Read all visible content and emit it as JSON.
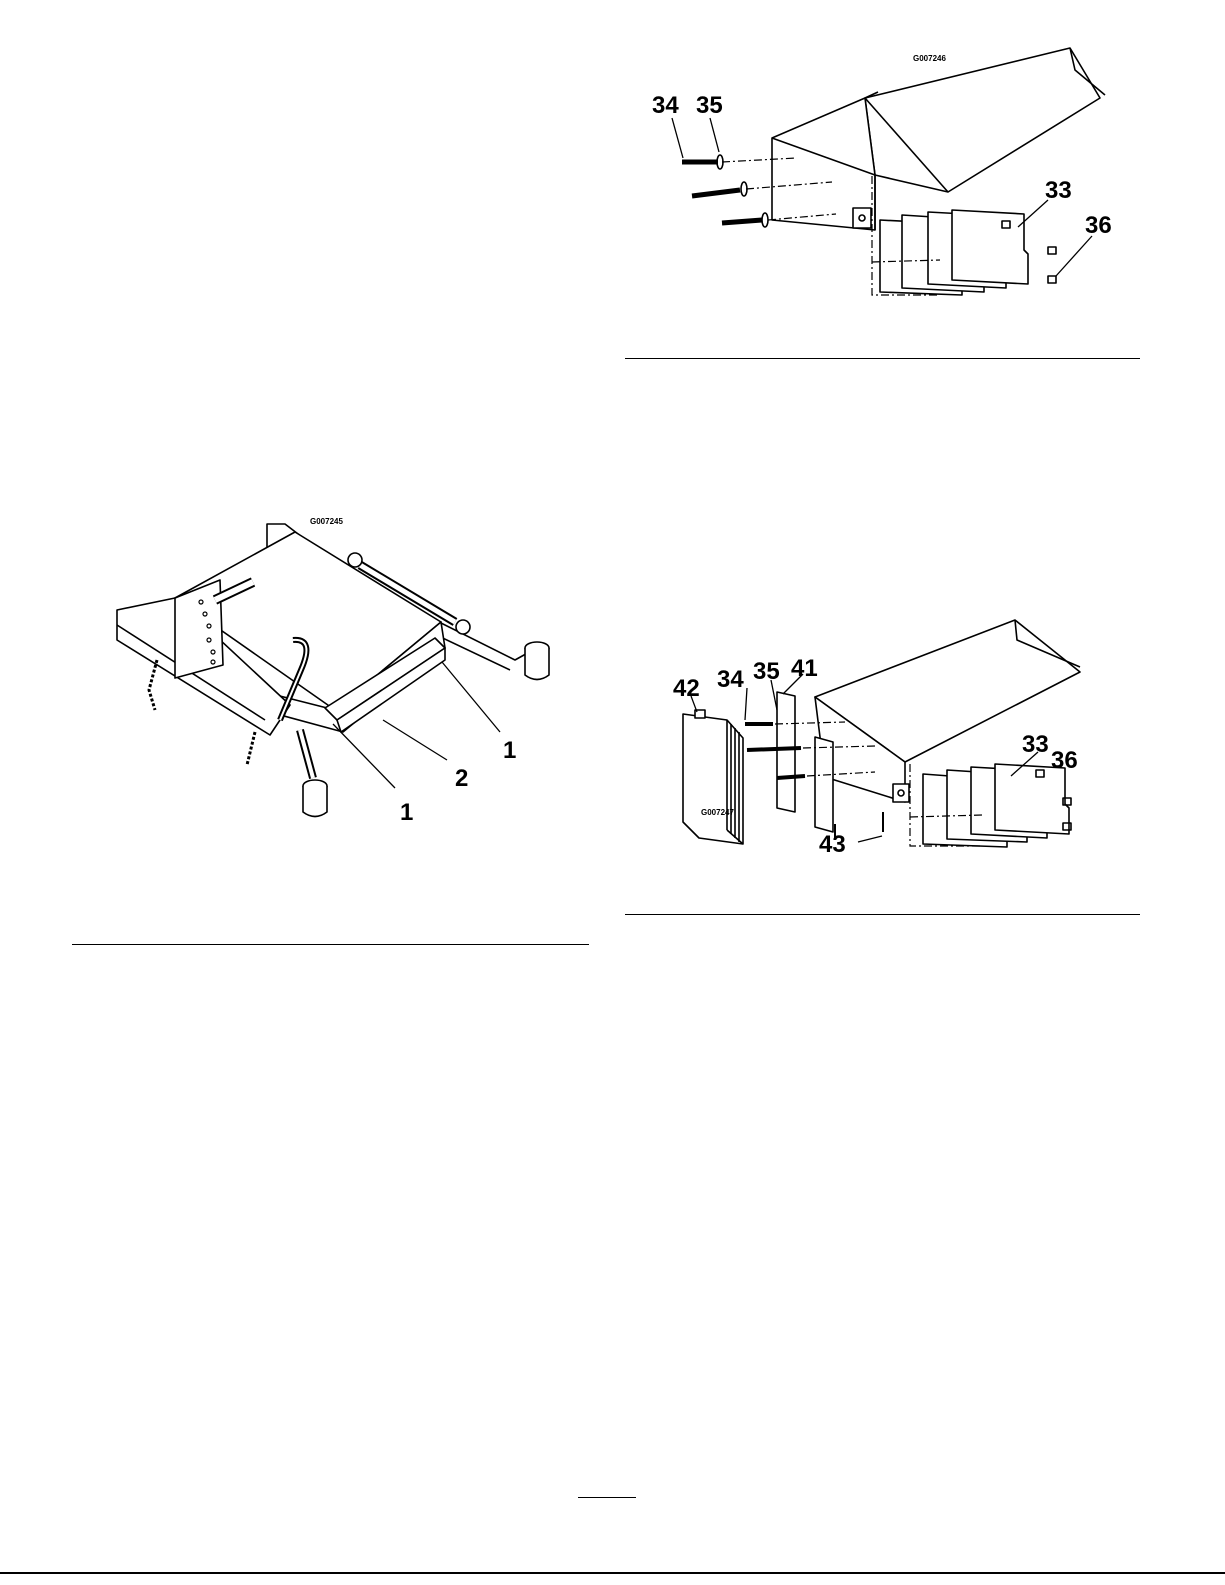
{
  "figures": [
    {
      "id": "fig-frame",
      "code": "G007245",
      "callouts": [
        "1",
        "1",
        "2"
      ]
    },
    {
      "id": "fig-top-right",
      "code": "G007246",
      "callouts": [
        "34",
        "35",
        "33",
        "36"
      ]
    },
    {
      "id": "fig-bottom-right",
      "code": "G007247",
      "callouts": [
        "42",
        "34",
        "35",
        "41",
        "33",
        "36",
        "43"
      ]
    }
  ]
}
